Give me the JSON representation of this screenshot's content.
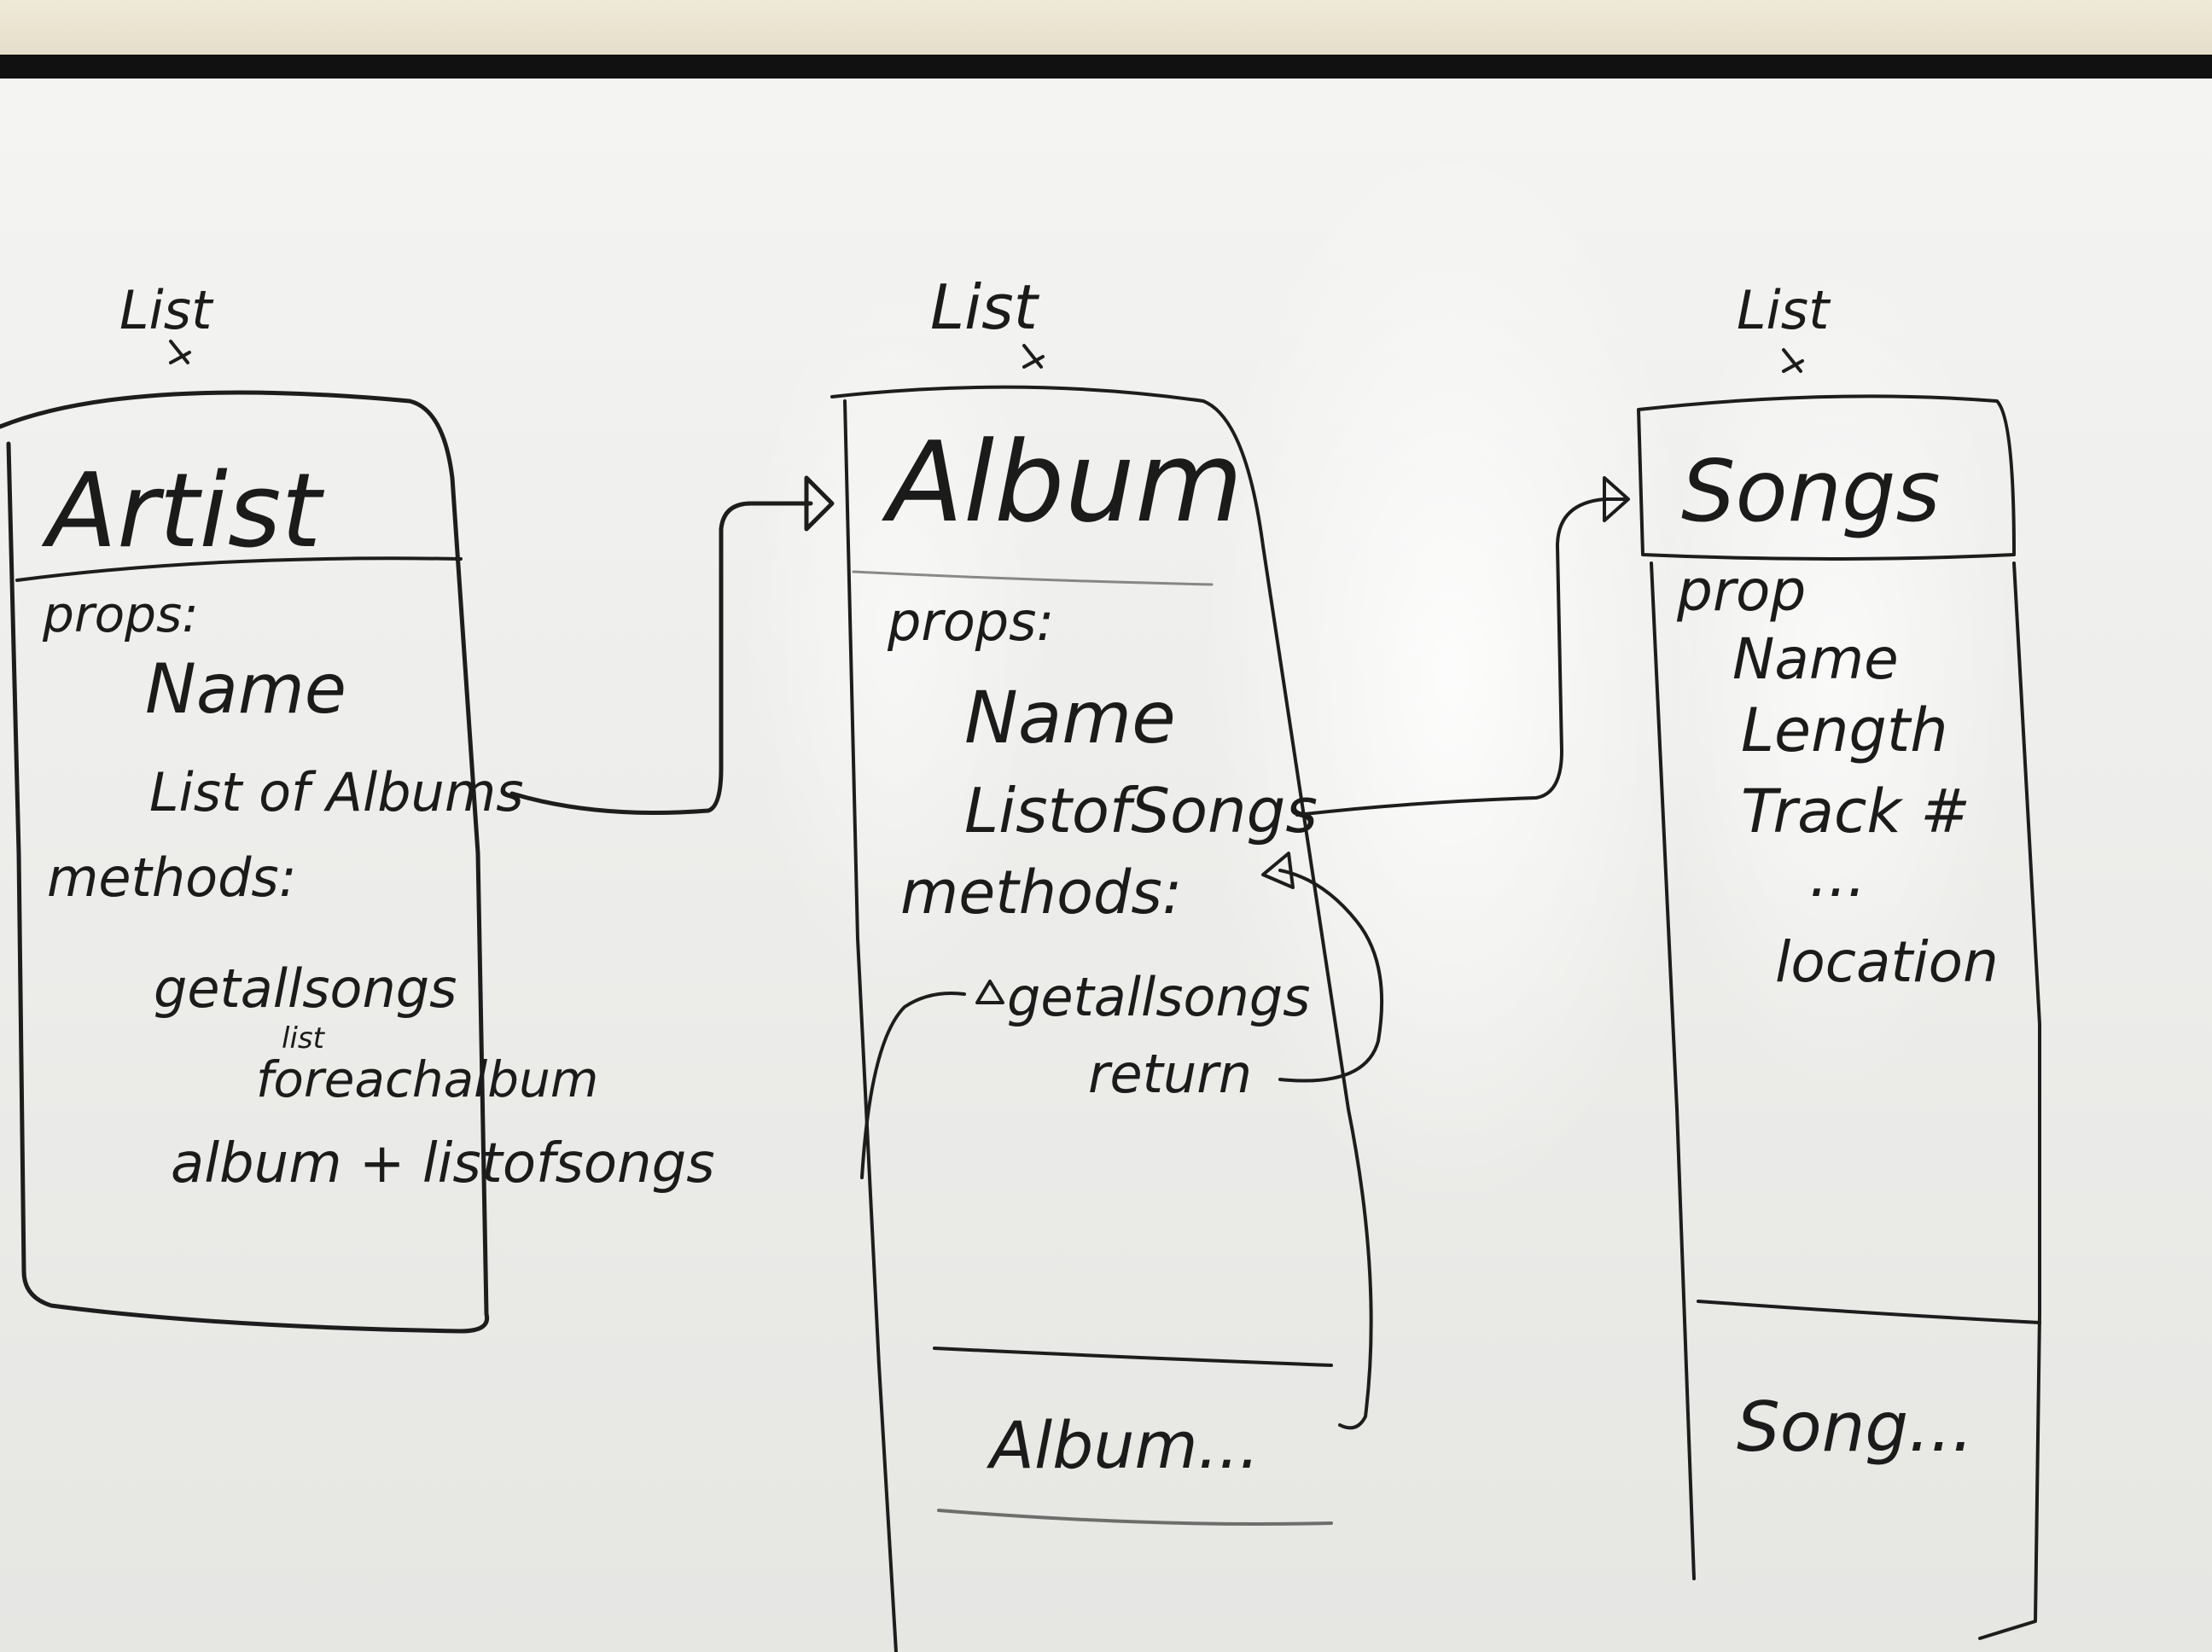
{
  "artist_box": {
    "type_label": "List",
    "title": "Artist",
    "props_label": "props:",
    "props": [
      "Name",
      "List of Albums"
    ],
    "methods_label": "methods:",
    "method_name": "getallsongs",
    "note_a": "list",
    "note_b": "foreachalbum",
    "note_c": "album + listofsongs"
  },
  "album_box": {
    "type_label": "List",
    "title": "Album",
    "props_label": "props:",
    "props": [
      "Name",
      "ListofSongs"
    ],
    "methods_label": "methods:",
    "method_name": "getallsongs",
    "method_return": "return",
    "next_item": "Album..."
  },
  "song_box": {
    "type_label": "List",
    "title": "Songs",
    "props_label": "prop",
    "props": [
      "Name",
      "Length",
      "Track #",
      "...",
      "location"
    ],
    "next_item": "Song..."
  }
}
